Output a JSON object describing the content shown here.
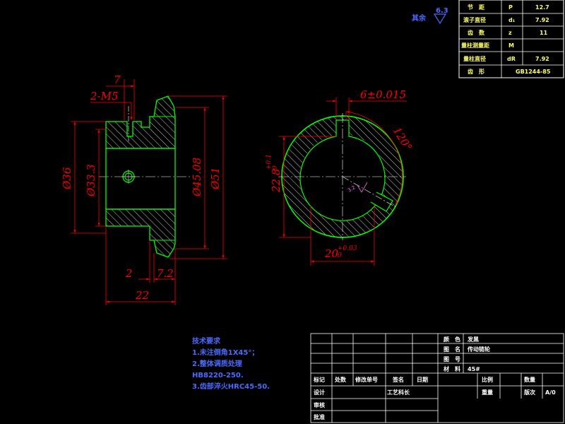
{
  "colors": {
    "background": "#000000",
    "dimension": "#ff0000",
    "outline": "#00ff00",
    "hatch": "#ffffff",
    "table_line": "#ffffff",
    "table_text": "#ffff66",
    "notes": "#4a6bff",
    "roughness": "#4a6bff",
    "center_line": "#ffffff"
  },
  "roughness": {
    "label": "其余",
    "value": "6.3"
  },
  "spec_table": {
    "rows": [
      {
        "name": "节　距",
        "symbol": "P",
        "value": "12.7"
      },
      {
        "name": "滚子直径",
        "symbol": "d₁",
        "value": "7.92"
      },
      {
        "name": "齿　数",
        "symbol": "z",
        "value": "11"
      },
      {
        "name": "量柱测量距",
        "symbol": "M",
        "value": ""
      },
      {
        "name": "量柱直径",
        "symbol": "dR",
        "value": "7.92"
      },
      {
        "name": "齿　形",
        "symbol": "",
        "value": "GB1244-85"
      }
    ]
  },
  "side_view": {
    "dims": {
      "width_top": "7",
      "thread": "2-M5",
      "dia_36": "Ø36",
      "dia_33": "Ø33.3",
      "dia_45": "Ø45.08",
      "dia_51": "Ø51",
      "len_2": "2",
      "len_7_2": "7.2",
      "len_22": "22"
    }
  },
  "front_view": {
    "dims": {
      "key_width": "6±0.015",
      "angle": "120°",
      "height": "22.8",
      "height_tol_upper": "+0.1",
      "height_tol_lower": "0",
      "bore": "20",
      "bore_tol_upper": "+0.03",
      "bore_tol_lower": "0",
      "roughness_small": "3.2"
    }
  },
  "tech_notes": {
    "title": "技术要求",
    "items": [
      "1.未注倒角1X45°；",
      "2.整体调质处理",
      "  HB8220-250.",
      "3.齿部淬火HRC45-50."
    ]
  },
  "title_block": {
    "color_label": "颜　色",
    "color_value": "发黑",
    "name_label": "图　名",
    "name_value": "传动链轮",
    "number_label": "图　号",
    "number_value": "",
    "material_label": "材　料",
    "material_value": "45#",
    "headers": [
      "标记",
      "处数",
      "修改单号",
      "签名",
      "日期"
    ],
    "design": "设计",
    "process": "工艺科长",
    "check": "审核",
    "approve": "批准",
    "scale": "比例",
    "quantity": "数量",
    "weight": "重量",
    "sheet": "版次",
    "sheet_value": "A/0"
  }
}
